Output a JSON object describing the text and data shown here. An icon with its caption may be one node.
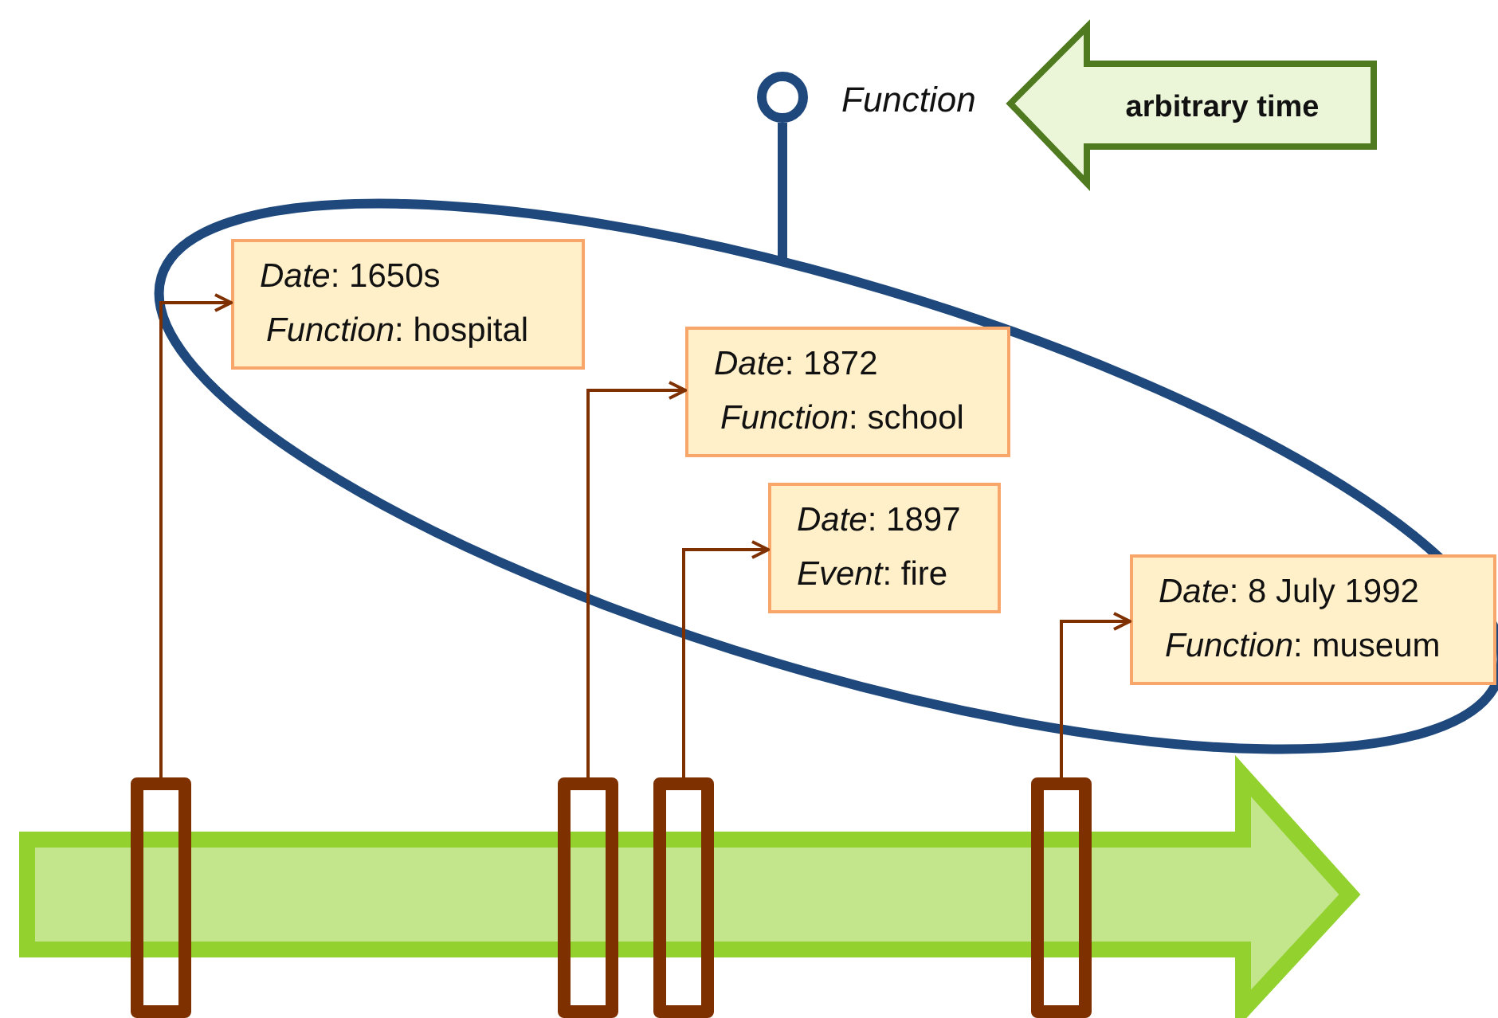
{
  "diagram": {
    "nodes": [
      {
        "text": [],
        "shape": "ellipse"
      },
      {
        "text": [],
        "shape": "circle",
        "beside": [
          "Function"
        ]
      },
      {
        "text": [
          "arbitrary time"
        ]
      },
      {
        "text": [
          "*Date*: 1650s",
          "*Function*: hospital"
        ],
        "in": 0
      },
      {
        "text": [
          "*Date*: 1872",
          "*Function*: school"
        ],
        "in": 0
      },
      {
        "text": [
          "*Date*: 1897",
          "*Event*: fire"
        ],
        "in": 0
      },
      {
        "text": [
          "*Date*: 8 July 1992",
          "*Function*: museum"
        ],
        "in": 0
      },
      {
        "text": [],
        "shape": "arrow"
      },
      {
        "text": [],
        "shape": "bar",
        "in": 7
      },
      {
        "text": [],
        "shape": "bar",
        "in": 7
      },
      {
        "text": [],
        "shape": "bar",
        "in": 7
      },
      {
        "text": [],
        "shape": "bar",
        "in": 7
      }
    ],
    "edges": [
      {
        "from": 8,
        "to": 3,
        "arrow": "to"
      },
      {
        "from": 9,
        "to": 4,
        "arrow": "to"
      },
      {
        "from": 10,
        "to": 5,
        "arrow": "to"
      },
      {
        "from": 11,
        "to": 6,
        "arrow": "to"
      },
      {
        "from": 0,
        "to": 1,
        "arrow": "none",
        "style": "thick",
        "color": "#1f497d"
      }
    ]
  }
}
